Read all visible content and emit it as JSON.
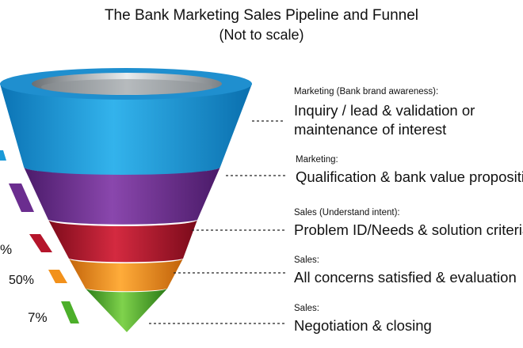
{
  "title": {
    "line1": "The Bank Marketing Sales Pipeline and Funnel",
    "line2": "(Not to scale)"
  },
  "stages": [
    {
      "small": "Marketing (Bank brand awareness):",
      "big": [
        "Inquiry / lead & validation or",
        "maintenance of interest"
      ],
      "color": "#1a9ad8"
    },
    {
      "small": "Marketing:",
      "big": [
        "Qualification & bank value proposition"
      ],
      "color": "#6b2d8f"
    },
    {
      "small": "Sales (Understand intent):",
      "big": [
        "Problem ID/Needs &  solution criteria"
      ],
      "color": "#b5152b"
    },
    {
      "small": "Sales:",
      "big": [
        "All concerns satisfied & evaluation"
      ],
      "color": "#f2911b"
    },
    {
      "small": "Sales:",
      "big": [
        "Negotiation & closing"
      ],
      "color": "#4caf2a"
    }
  ],
  "percentages": [
    "%",
    "50%",
    "7%"
  ]
}
